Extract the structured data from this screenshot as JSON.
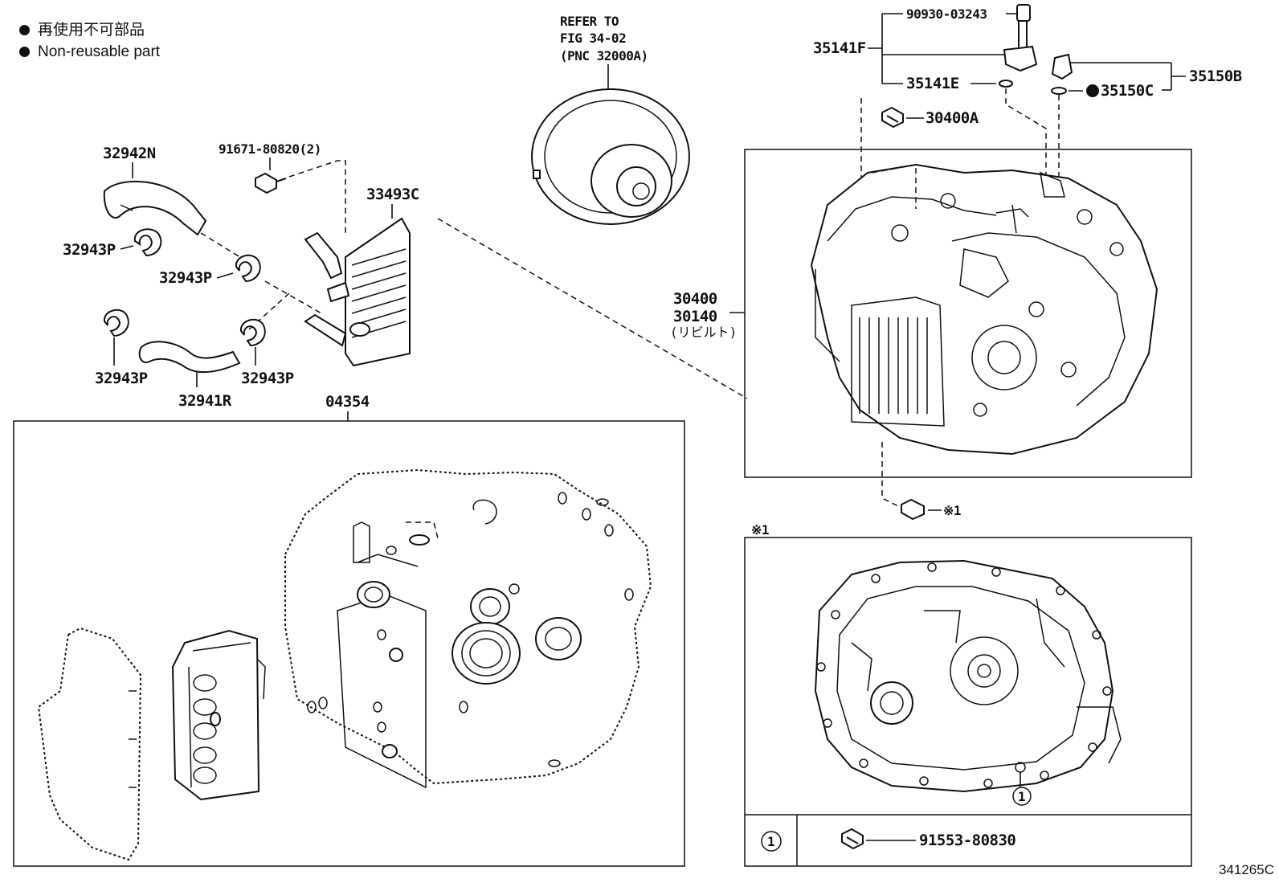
{
  "legend": {
    "jp": "再使用不可部品",
    "en": "Non-reusable part"
  },
  "figure_id": "341265C",
  "refer": {
    "line1": "REFER TO",
    "line2": "FIG 34-02",
    "line3": "(PNC 32000A)"
  },
  "labels": {
    "p90930": "90930-03243",
    "p35141F": "35141F",
    "p35141E": "35141E",
    "p35150B": "35150B",
    "p35150C": "35150C",
    "p30400A": "30400A",
    "p32942N": "32942N",
    "p91671": "91671-80820(2)",
    "p33493C": "33493C",
    "p32943P_a": "32943P",
    "p32943P_b": "32943P",
    "p32943P_c": "32943P",
    "p32943P_d": "32943P",
    "p32941R": "32941R",
    "p04354": "04354",
    "p30400": "30400",
    "p30140": "30140",
    "p_rebuilt": "(リビルト)",
    "p_note1": "※1",
    "p_note1_box": "※1",
    "p_circle1": "1",
    "p_circle1_table": "1",
    "p91553": "91553-80830"
  },
  "icons": {
    "non_reusable": "filled-dot-icon"
  }
}
